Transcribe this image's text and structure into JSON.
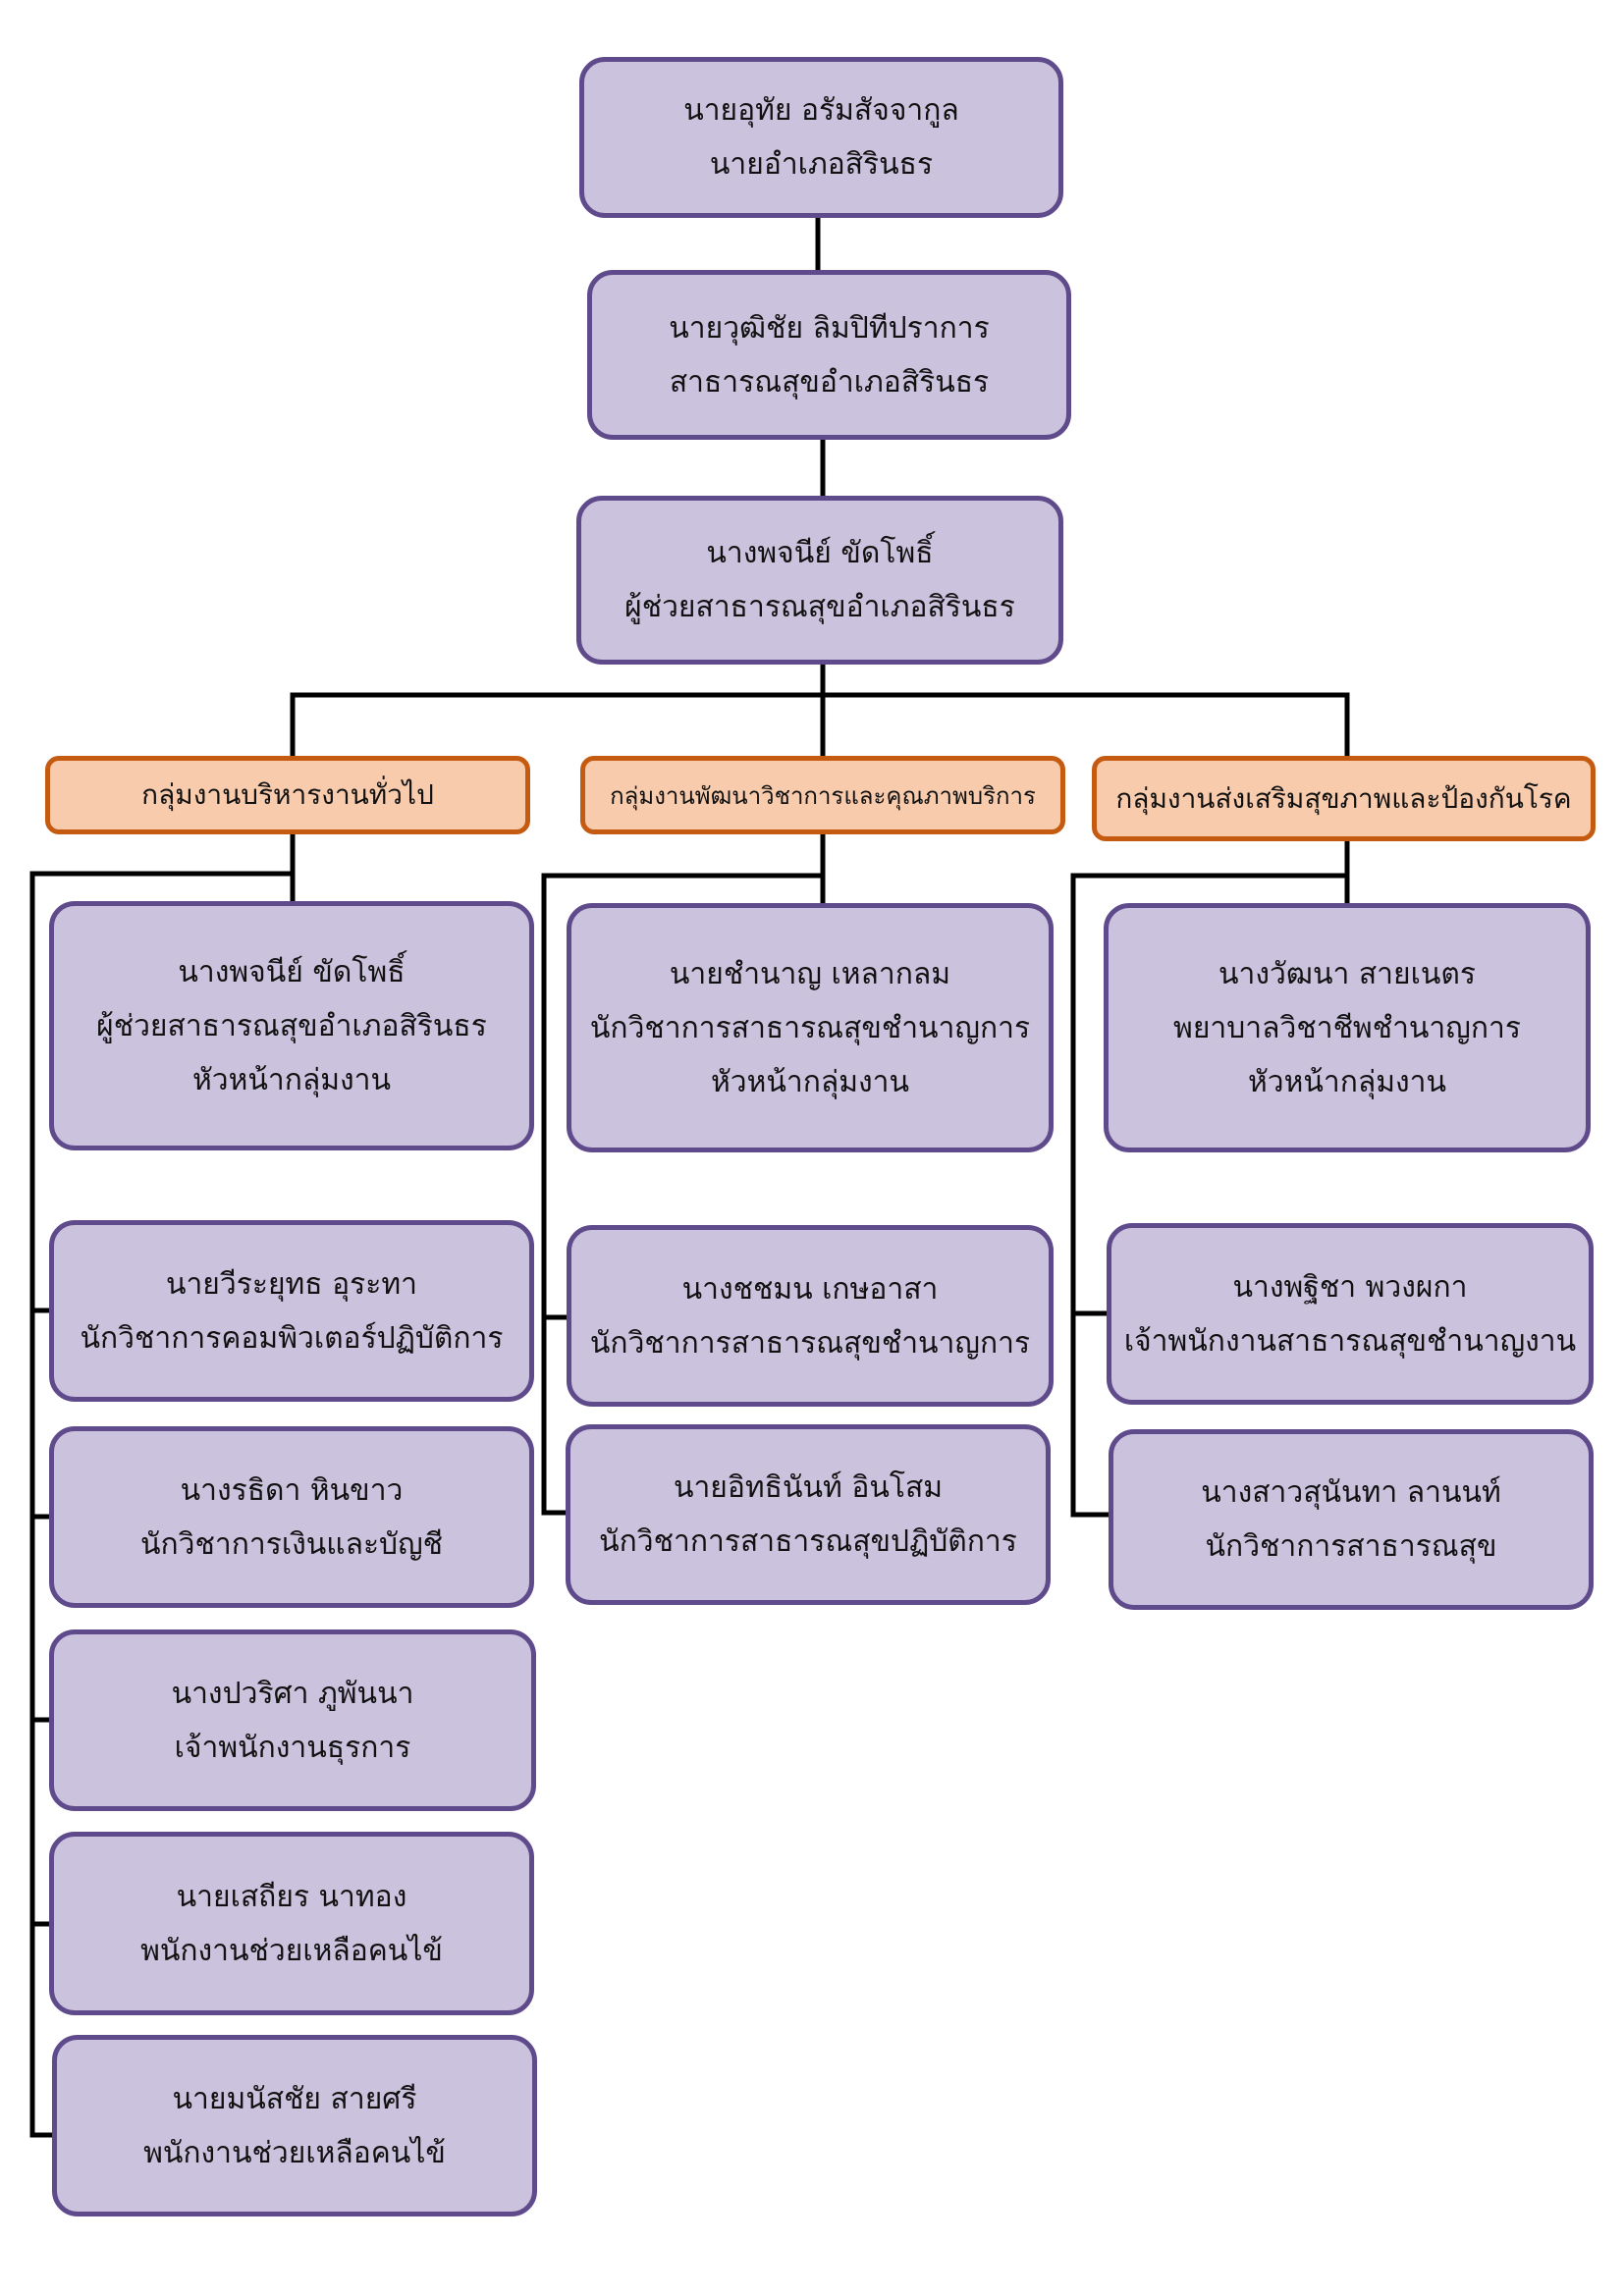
{
  "colors": {
    "person_fill": "#cbc2dd",
    "person_border": "#5f4b8b",
    "group_fill": "#f8cbad",
    "group_border": "#c55a11",
    "connector": "#000000"
  },
  "top": [
    {
      "name": "นายอุทัย อรัมสัจจากูล",
      "title": "นายอำเภอสิรินธร"
    },
    {
      "name": "นายวุฒิชัย ลิมปิทีปราการ",
      "title": "สาธารณสุขอำเภอสิรินธร"
    },
    {
      "name": "นางพจนีย์ ขัดโพธิ์",
      "title": "ผู้ช่วยสาธารณสุขอำเภอสิรินธร"
    }
  ],
  "groups": [
    {
      "label": "กลุ่มงานบริหารงานทั่วไป",
      "members": [
        {
          "lines": [
            "นางพจนีย์  ขัดโพธิ์",
            "ผู้ช่วยสาธารณสุขอำเภอสิรินธร",
            "หัวหน้ากลุ่มงาน"
          ]
        },
        {
          "lines": [
            "นายวีระยุทธ อุระทา",
            "นักวิชาการคอมพิวเตอร์ปฏิบัติการ"
          ]
        },
        {
          "lines": [
            "นางรธิดา หินขาว",
            "นักวิชาการเงินและบัญชี"
          ]
        },
        {
          "lines": [
            "นางปวริศา ภูพันนา",
            "เจ้าพนักงานธุรการ"
          ]
        },
        {
          "lines": [
            "นายเสถียร นาทอง",
            "พนักงานช่วยเหลือคนไข้"
          ]
        },
        {
          "lines": [
            "นายมนัสชัย  สายศรี",
            "พนักงานช่วยเหลือคนไข้"
          ]
        }
      ]
    },
    {
      "label": "กลุ่มงานพัฒนาวิชาการและคุณภาพบริการ",
      "members": [
        {
          "lines": [
            "นายชำนาญ เหลากลม",
            "นักวิชาการสาธารณสุขชำนาญการ",
            "หัวหน้ากลุ่มงาน"
          ]
        },
        {
          "lines": [
            "นางชชมน เกษอาสา",
            "นักวิชาการสาธารณสุขชำนาญการ"
          ]
        },
        {
          "lines": [
            "นายอิทธินันท์  อินโสม",
            "นักวิชาการสาธารณสุขปฏิบัติการ"
          ]
        }
      ]
    },
    {
      "label": "กลุ่มงานส่งเสริมสุขภาพและป้องกันโรค",
      "members": [
        {
          "lines": [
            "นางวัฒนา  สายเนตร",
            "พยาบาลวิชาชีพชำนาญการ",
            "หัวหน้ากลุ่มงาน"
          ]
        },
        {
          "lines": [
            "นางพฐิชา พวงผกา",
            "เจ้าพนักงานสาธารณสุขชำนาญงาน"
          ]
        },
        {
          "lines": [
            "นางสาวสุนันทา  ลานนท์",
            "นักวิชาการสาธารณสุข"
          ]
        }
      ]
    }
  ]
}
